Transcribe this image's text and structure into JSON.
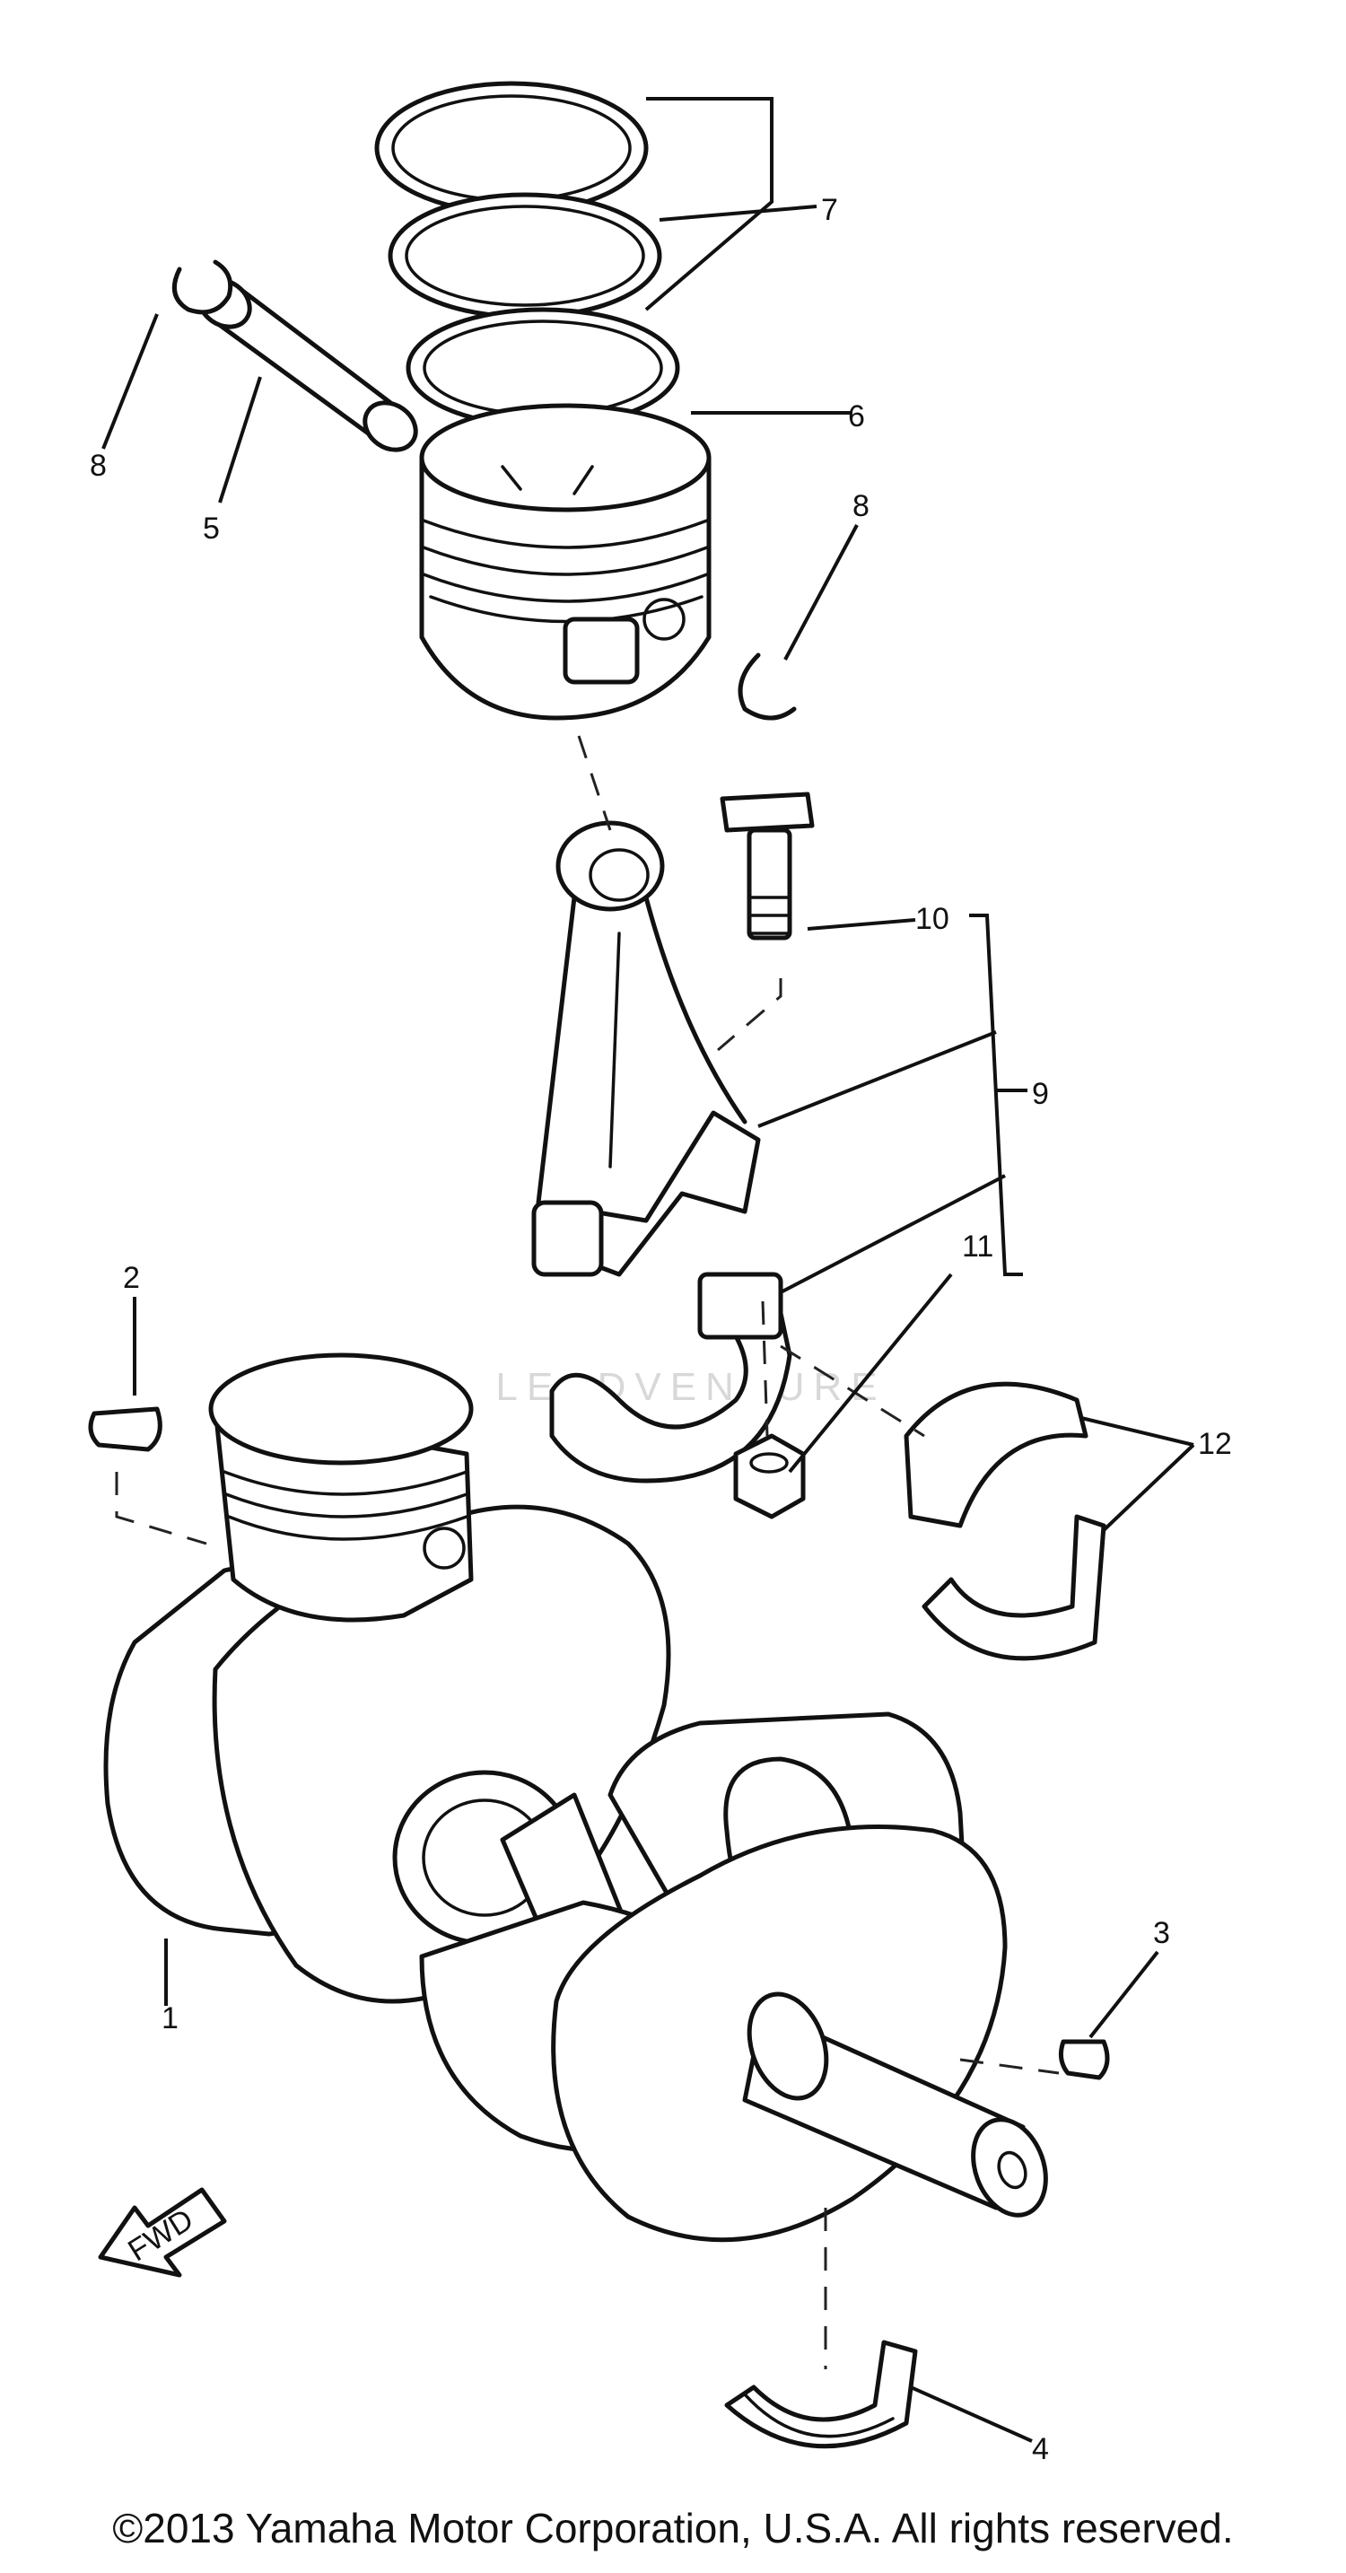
{
  "watermark": "LEADVENTURE",
  "callouts": [
    {
      "id": "1",
      "label": "1"
    },
    {
      "id": "2",
      "label": "2"
    },
    {
      "id": "3",
      "label": "3"
    },
    {
      "id": "4",
      "label": "4"
    },
    {
      "id": "5",
      "label": "5"
    },
    {
      "id": "6",
      "label": "6"
    },
    {
      "id": "7",
      "label": "7"
    },
    {
      "id": "8a",
      "label": "8"
    },
    {
      "id": "8b",
      "label": "8"
    },
    {
      "id": "9",
      "label": "9"
    },
    {
      "id": "10",
      "label": "10"
    },
    {
      "id": "11",
      "label": "11"
    },
    {
      "id": "12",
      "label": "12"
    }
  ],
  "fwd_label": "FWD",
  "copyright": "©2013 Yamaha Motor Corporation, U.S.A. All rights reserved."
}
